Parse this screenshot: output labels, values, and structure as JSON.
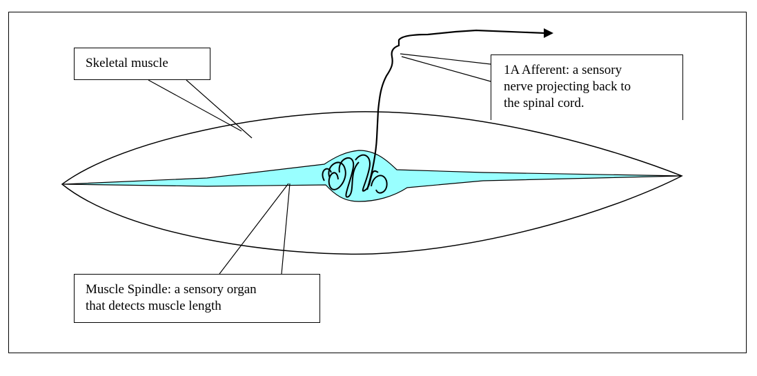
{
  "colors": {
    "spindle_fill": "#99ffff",
    "outline": "#000000",
    "background": "#ffffff"
  },
  "labels": {
    "skeletal_muscle": [
      "Skeletal muscle"
    ],
    "afferent": [
      "1A Afferent: a sensory",
      "nerve projecting back to",
      "the spinal cord."
    ],
    "spindle": [
      "Muscle Spindle: a sensory organ",
      "that detects muscle length"
    ]
  }
}
